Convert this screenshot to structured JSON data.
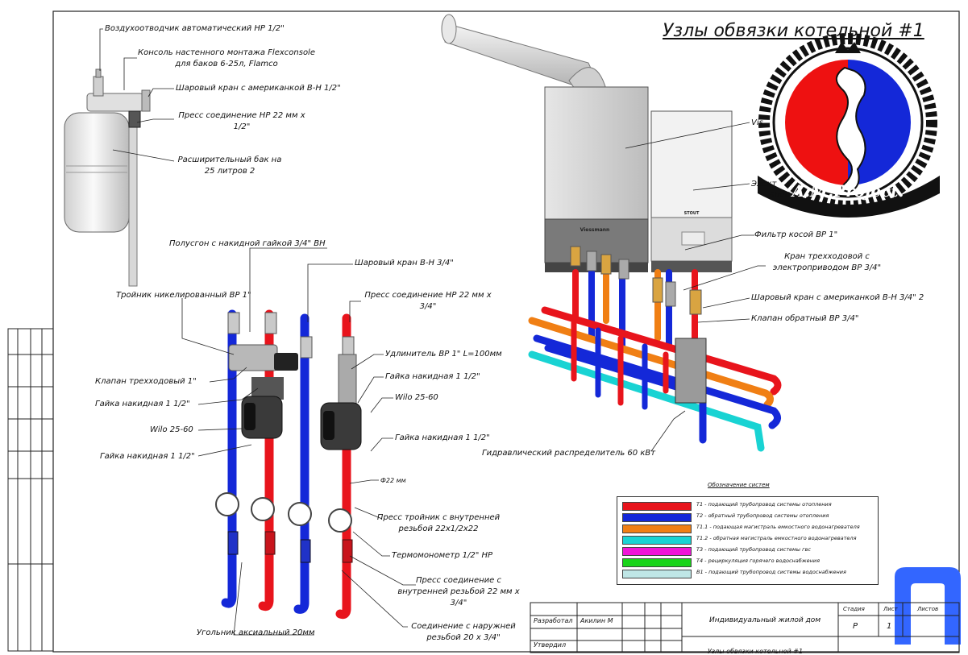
{
  "title": "Узлы обвязки котельной #1",
  "labels": {
    "air_vent": "Воздухоотводчик автоматический НР 1/2\"",
    "console_l1": "Консоль настенного монтажа Flexconsole",
    "console_l2": "для баков 6-25л, Flamco",
    "ball_valve_am": "Шаровый кран с американкой В-Н 1/2\"",
    "press_l1": "Пресс соединение НР 22 мм x",
    "press_l2": "1/2\"",
    "exp_tank_l1": "Расширительный бак на",
    "exp_tank_l2": "25 литров 2",
    "polusgon": "Полусгон с накидной гайкой 3/4\" ВН",
    "ball_valve_bh": "Шаровый кран В-Н 3/4\"",
    "tee": "Тройник никелированный ВР 1\"",
    "press2_l1": "Пресс соединение НР 22 мм x",
    "press2_l2": "3/4\"",
    "ext": "Удлинитель ВР 1\" L=100мм",
    "nut_right": "Гайка накидная 1 1/2\"",
    "valve3": "Клапан трехходовый 1\"",
    "nut_left": "Гайка накидная 1 1/2\"",
    "wilo_right": "Wilo 25-60",
    "wilo_left": "Wilo 25-60",
    "nut_right2": "Гайка накидная 1 1/2\"",
    "nut_left2": "Гайка накидная 1 1/2\"",
    "d22": "Ф22 мм",
    "press_tee_l1": "Пресс тройник с внутренней",
    "press_tee_l2": "резьбой 22x1/2x22",
    "thermo": "Термомонометр 1/2\" НР",
    "press3_l1": "Пресс соединение с",
    "press3_l2": "внутренней резьбой 22 мм x",
    "press3_l3": "3/4\"",
    "elbow": "Угольник аксиальный 20мм",
    "conn_l1": "Соединение с наружней",
    "conn_l2": "резьбой 20 x 3/4\"",
    "filter": "Фильтр косой ВР 1\"",
    "valve3e_l1": "Кран трехходовой с",
    "valve3e_l2": "электроприводом ВР 3/4\"",
    "ball_valve_am2": "Шаровый кран с американкой В-Н 3/4\" 2",
    "check_valve": "Клапан обратный ВР 3/4\"",
    "hydro": "Гидравлический распределитель 60 кВт",
    "viessmann": "Vis",
    "electro_l1": "Элект",
    "electro_l2": "Stout",
    "boiler1_brand": "Viessmann",
    "boiler2_brand": "STOUT"
  },
  "legend": {
    "title": "Обозначение систем",
    "rows": [
      {
        "color": "#e8141c",
        "text": "Т1 - подающий трубопровод системы отопления"
      },
      {
        "color": "#1428d8",
        "text": "Т2 - обратный трубопровод системы отопления"
      },
      {
        "color": "#f07f14",
        "text": "Т1.1 - подающая магистраль емкостного водонагревателя"
      },
      {
        "color": "#19d3d3",
        "text": "Т1.2 - обратная магистраль емкостного водонагревателя"
      },
      {
        "color": "#f014d8",
        "text": "Т3 - подающий трубопровод системы гвс"
      },
      {
        "color": "#19d419",
        "text": "Т4 - рециркуляция горячего водоснабжения"
      },
      {
        "color": "#bfe6e6",
        "text": "В1 - подающий трубопровод системы водоснабжения"
      }
    ]
  },
  "title_block": {
    "developer_label": "Разработал",
    "developer_name": "Акилин М",
    "approved_label": "Утвердил",
    "project_name": "Индивидуальный жилой дом",
    "stage_label": "Стадия",
    "sheet_label": "Лист",
    "sheets_label": "Листов",
    "stage_value": "Р",
    "sheet_value": "1",
    "sheet_title": "Узлы обвязки котельной #1"
  },
  "logo": {
    "text": "A.M.Project."
  },
  "colors": {
    "red": "#e8141c",
    "blue": "#1428d8",
    "orange": "#f07f14",
    "cyan": "#19d3d3",
    "grey": "#9c9c9c"
  }
}
